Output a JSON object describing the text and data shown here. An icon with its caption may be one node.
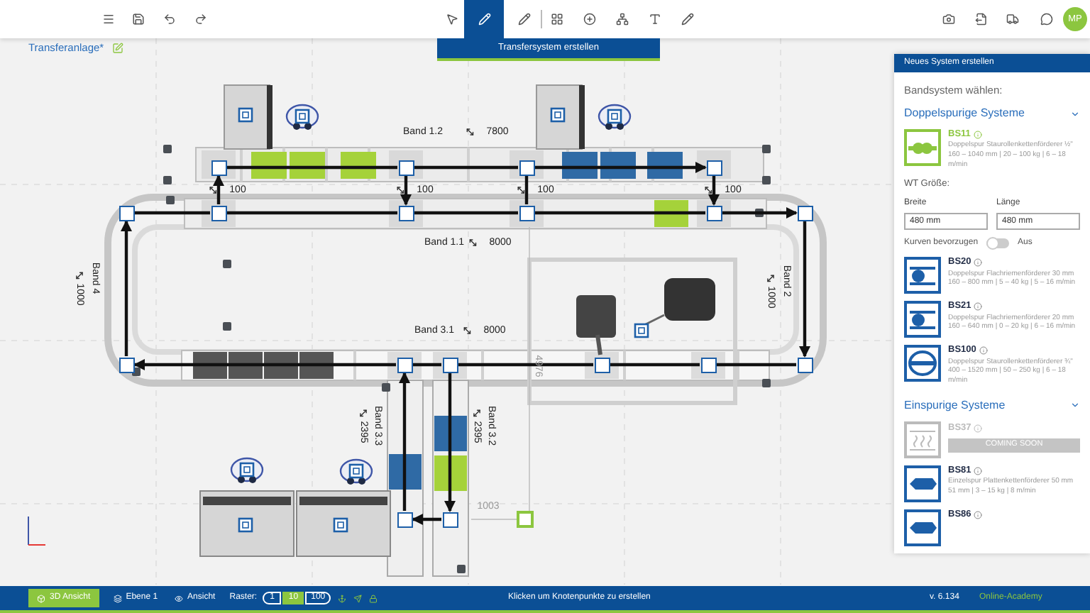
{
  "diagram": {
    "nodes": [
      {
        "text": [],
        "shape": "box"
      },
      {
        "text": [],
        "shape": "box"
      },
      {
        "text": [],
        "shape": "box"
      },
      {
        "text": [],
        "shape": "box"
      },
      {
        "text": [],
        "shape": "box"
      },
      {
        "text": [],
        "shape": "box"
      },
      {
        "text": [],
        "shape": "box"
      },
      {
        "text": [],
        "shape": "box"
      },
      {
        "text": [],
        "shape": "box"
      },
      {
        "text": [],
        "shape": "box"
      },
      {
        "text": [],
        "shape": "box"
      },
      {
        "text": [],
        "shape": "box"
      },
      {
        "text": [],
        "shape": "box"
      },
      {
        "text": [],
        "shape": "box"
      },
      {
        "text": [],
        "shape": "box"
      },
      {
        "text": [],
        "shape": "box"
      },
      {
        "text": [],
        "shape": "box"
      },
      {
        "text": [],
        "shape": "box"
      }
    ],
    "edges": [
      {
        "from": 0,
        "to": 1,
        "arrow": "none"
      },
      {
        "from": 1,
        "to": 2,
        "arrow": "none"
      },
      {
        "from": 2,
        "to": 3,
        "arrow": "to"
      },
      {
        "from": 5,
        "to": 0,
        "arrow": "to"
      },
      {
        "from": 1,
        "to": 6,
        "arrow": "to"
      },
      {
        "from": 2,
        "to": 7,
        "arrow": "none"
      },
      {
        "from": 3,
        "to": 8,
        "arrow": "to"
      },
      {
        "from": 4,
        "to": 5,
        "arrow": "none"
      },
      {
        "from": 5,
        "to": 6,
        "arrow": "none"
      },
      {
        "from": 6,
        "to": 7,
        "arrow": "none"
      },
      {
        "from": 7,
        "to": 8,
        "arrow": "none"
      },
      {
        "from": 8,
        "to": 9,
        "arrow": "to"
      },
      {
        "from": 9,
        "to": 15,
        "arrow": "to"
      },
      {
        "from": 15,
        "to": 14,
        "arrow": "none"
      },
      {
        "from": 14,
        "to": 13,
        "arrow": "none"
      },
      {
        "from": 13,
        "to": 12,
        "arrow": "none"
      },
      {
        "from": 12,
        "to": 11,
        "arrow": "none"
      },
      {
        "from": 11,
        "to": 10,
        "arrow": "to"
      },
      {
        "from": 10,
        "to": 4,
        "arrow": "to"
      },
      {
        "from": 16,
        "to": 11,
        "arrow": "to"
      },
      {
        "from": 12,
        "to": 17,
        "arrow": "to"
      },
      {
        "from": 17,
        "to": 16,
        "arrow": "to"
      }
    ],
    "labels": [
      "Transferanlage*",
      "Transfersystem erstellen",
      "MP",
      "Neues System erstellen",
      "Band 1.2",
      "7800",
      "100",
      "100",
      "100",
      "100",
      "Band 1.1",
      "8000",
      "Band 4",
      "1000",
      "Band 2",
      "1000",
      "Band 3.1",
      "8000",
      "4976",
      "Band 3.3",
      "2395",
      "Band 3.2",
      "2395",
      "1003",
      "Bandsystem wählen:",
      "Doppelspurige Systeme",
      "BS11",
      "Doppelspur Staurollenkettenförderer ½\"",
      "160 – 1040 mm | 20 – 100 kg | 6 – 18 m/min",
      "WT Größe:",
      "Breite",
      "Länge",
      "480 mm",
      "480 mm",
      "Kurven bevorzugen",
      "Aus",
      "BS20",
      "Doppelspur Flachriemenförderer 30 mm",
      "160 – 800 mm | 5 – 40 kg | 5 – 16 m/min",
      "BS21",
      "Doppelspur Flachriemenförderer 20 mm",
      "160 – 640 mm | 0 – 20 kg | 6 – 16 m/min",
      "BS100",
      "Doppelspur Staurollenkettenförderer ¾\"",
      "400 – 1520 mm | 50 – 250 kg | 6 – 18 m/min",
      "Einspurige Systeme",
      "BS37",
      "COMING SOON",
      "BS81",
      "Einzelspur Plattenkettenförderer 50 mm",
      "51 mm | 3 – 15 kg | 8 m/min",
      "BS86",
      "3D Ansicht",
      "Ebene 1",
      "Ansicht",
      "Raster:",
      "1",
      "10",
      "100",
      "Klicken um Knotenpunkte zu erstellen",
      "v. 6.134",
      "Online-Academy"
    ]
  }
}
